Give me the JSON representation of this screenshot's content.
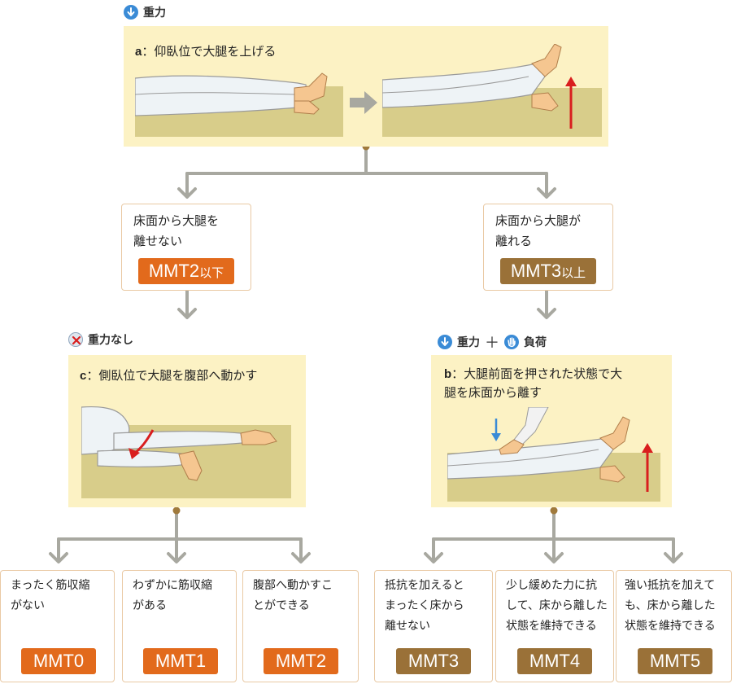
{
  "colors": {
    "panel": "#fcf2c4",
    "orange": "#e26a1c",
    "brown": "#9a7138",
    "connector": "#a8a8a0",
    "dot": "#a07a3c",
    "floor": "#d8cd8a",
    "arrow_red": "#d91e1e",
    "icon_blue": "#3a8bd6"
  },
  "top": {
    "heading_label": "重力",
    "heading_icon": "down-arrow-circle-icon",
    "panel_prefix": "a",
    "panel_title": "：仰臥位で大腿を上げる"
  },
  "mid_left": {
    "box_line1": "床面から大腿を",
    "box_line2": "離せない",
    "badge_main": "MMT2",
    "badge_suffix": "以下",
    "heading_label": "重力なし",
    "heading_icon": "no-gravity-x-icon",
    "panel_prefix": "c",
    "panel_title": "：側臥位で大腿を腹部へ動かす"
  },
  "mid_right": {
    "box_line1": "床面から大腿が",
    "box_line2": "離れる",
    "badge_main": "MMT3",
    "badge_suffix": "以上",
    "heading_label1": "重力",
    "heading_plus": "＋",
    "heading_label2": "負荷",
    "heading_icon1": "down-arrow-circle-icon",
    "heading_icon2": "hand-icon",
    "panel_prefix": "b",
    "panel_title_line1": "：大腿前面を押された状態で大",
    "panel_title_line2": "腿を床面から離す"
  },
  "results": [
    {
      "line1": "まったく筋収縮",
      "line2": "がない",
      "line3": "",
      "badge": "MMT0",
      "color": "orange"
    },
    {
      "line1": "わずかに筋収縮",
      "line2": "がある",
      "line3": "",
      "badge": "MMT1",
      "color": "orange"
    },
    {
      "line1": "腹部へ動かすこ",
      "line2": "とができる",
      "line3": "",
      "badge": "MMT2",
      "color": "orange"
    },
    {
      "line1": "抵抗を加えると",
      "line2": "まったく床から",
      "line3": "離せない",
      "badge": "MMT3",
      "color": "brown"
    },
    {
      "line1": "少し緩めた力に抗",
      "line2": "して、床から離した",
      "line3": "状態を維持できる",
      "badge": "MMT4",
      "color": "brown"
    },
    {
      "line1": "強い抵抗を加えて",
      "line2": "も、床から離した",
      "line3": "状態を維持できる",
      "badge": "MMT5",
      "color": "brown"
    }
  ]
}
